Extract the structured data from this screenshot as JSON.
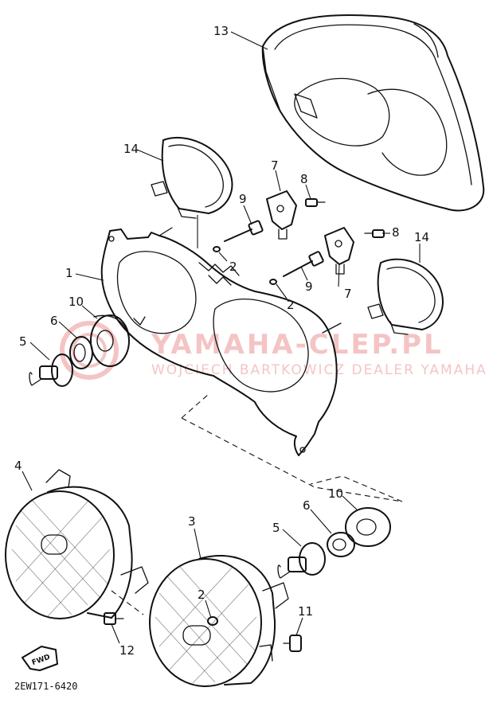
{
  "diagram": {
    "drawing_code": "2EW171-6420",
    "fwd_label": "FWD",
    "watermark": {
      "main": "YAMAHA-CLEP.PL",
      "sub": "WOJCIECH BARTKOWICZ DEALER YAMAHA",
      "color": "#e05a5a"
    },
    "callouts": [
      {
        "id": "c13",
        "label": "13"
      },
      {
        "id": "c14a",
        "label": "14"
      },
      {
        "id": "c14b",
        "label": "14"
      },
      {
        "id": "c7a",
        "label": "7"
      },
      {
        "id": "c7b",
        "label": "7"
      },
      {
        "id": "c8a",
        "label": "8"
      },
      {
        "id": "c8b",
        "label": "8"
      },
      {
        "id": "c9a",
        "label": "9"
      },
      {
        "id": "c9b",
        "label": "9"
      },
      {
        "id": "c2a",
        "label": "2"
      },
      {
        "id": "c2b",
        "label": "2"
      },
      {
        "id": "c2c",
        "label": "2"
      },
      {
        "id": "c1",
        "label": "1"
      },
      {
        "id": "c10a",
        "label": "10"
      },
      {
        "id": "c10b",
        "label": "10"
      },
      {
        "id": "c6a",
        "label": "6"
      },
      {
        "id": "c6b",
        "label": "6"
      },
      {
        "id": "c5a",
        "label": "5"
      },
      {
        "id": "c5b",
        "label": "5"
      },
      {
        "id": "c4",
        "label": "4"
      },
      {
        "id": "c3",
        "label": "3"
      },
      {
        "id": "c11",
        "label": "11"
      },
      {
        "id": "c12",
        "label": "12"
      }
    ]
  }
}
